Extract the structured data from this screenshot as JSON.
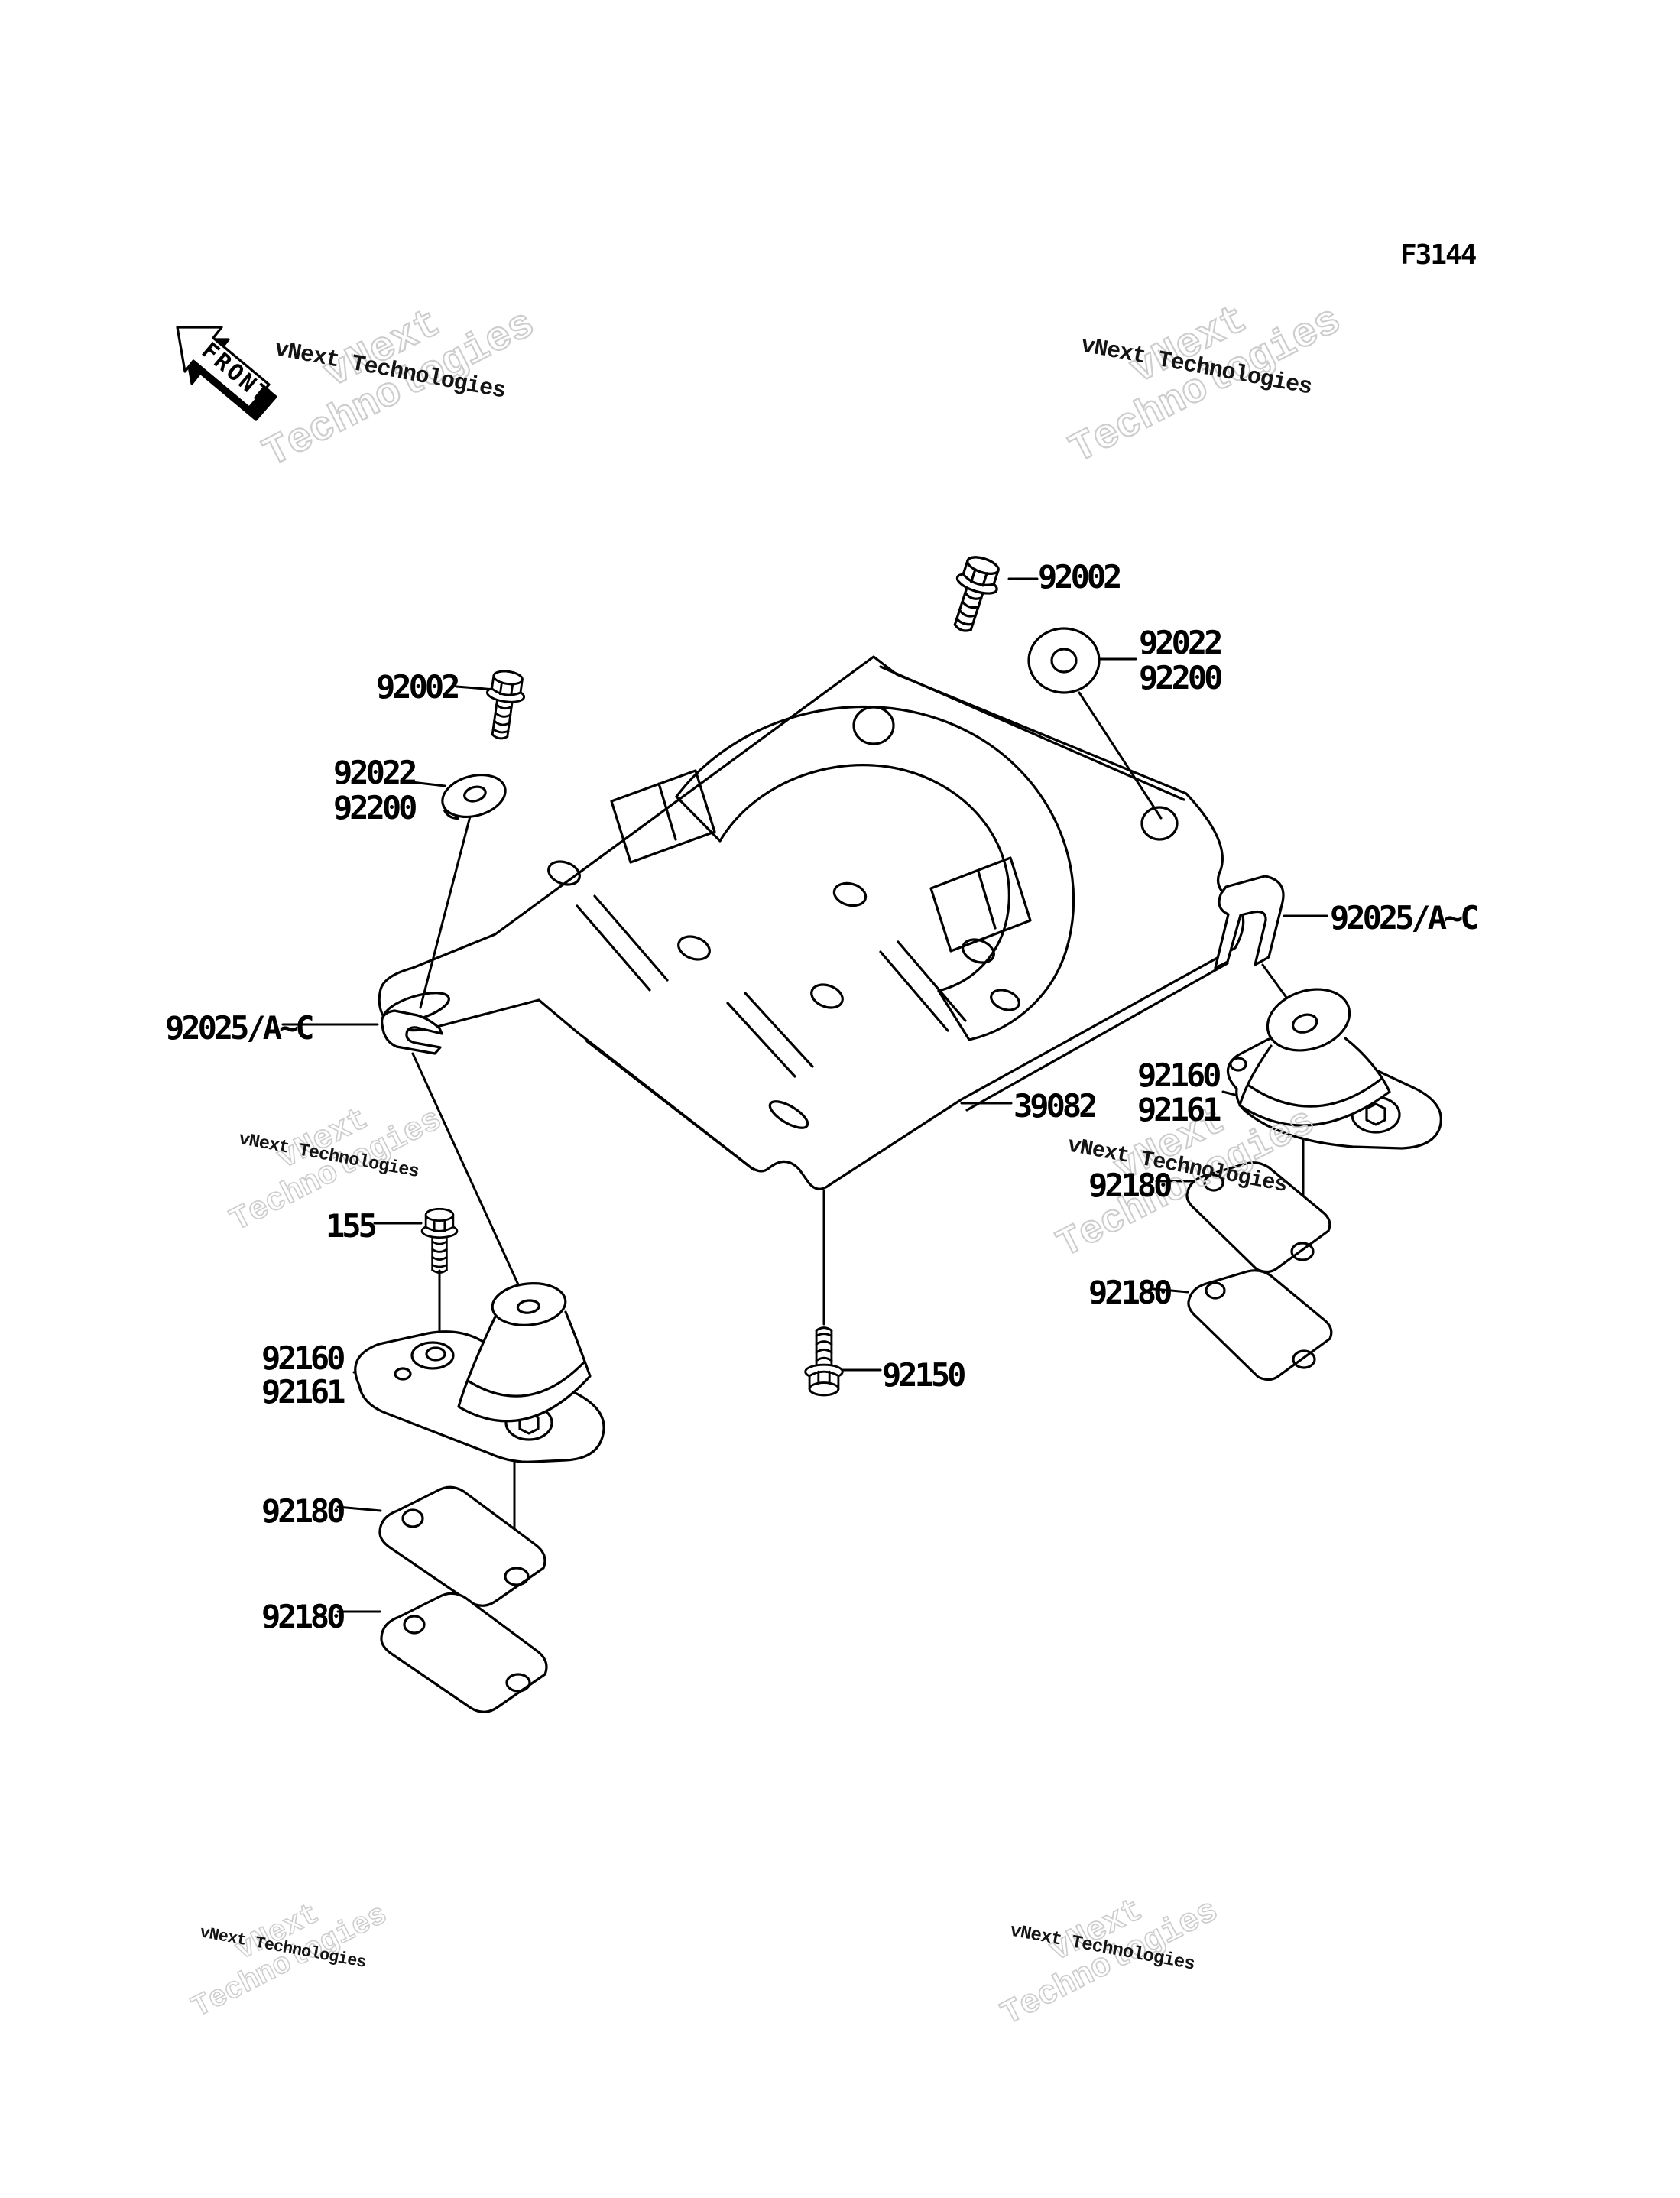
{
  "figure": {
    "code": "F3144"
  },
  "front_marker": {
    "label": "FRONT"
  },
  "watermark": {
    "small_text": "vNext Technologies",
    "outline_line1": "vNext",
    "outline_line2": "Technologies"
  },
  "labels": {
    "bolt_top": "92002",
    "bolt_left": "92002",
    "washer_top_a": "92022",
    "washer_top_b": "92200",
    "washer_left_a": "92022",
    "washer_left_b": "92200",
    "clip_right": "92025/A~C",
    "clip_left": "92025/A~C",
    "bracket": "39082",
    "mount_right_a": "92160",
    "mount_right_b": "92161",
    "plate_right_1": "92180",
    "plate_right_2": "92180",
    "bolt_155": "155",
    "bolt_92150": "92150",
    "mount_left_a": "92160",
    "mount_left_b": "92161",
    "plate_left_1": "92180",
    "plate_left_2": "92180"
  }
}
